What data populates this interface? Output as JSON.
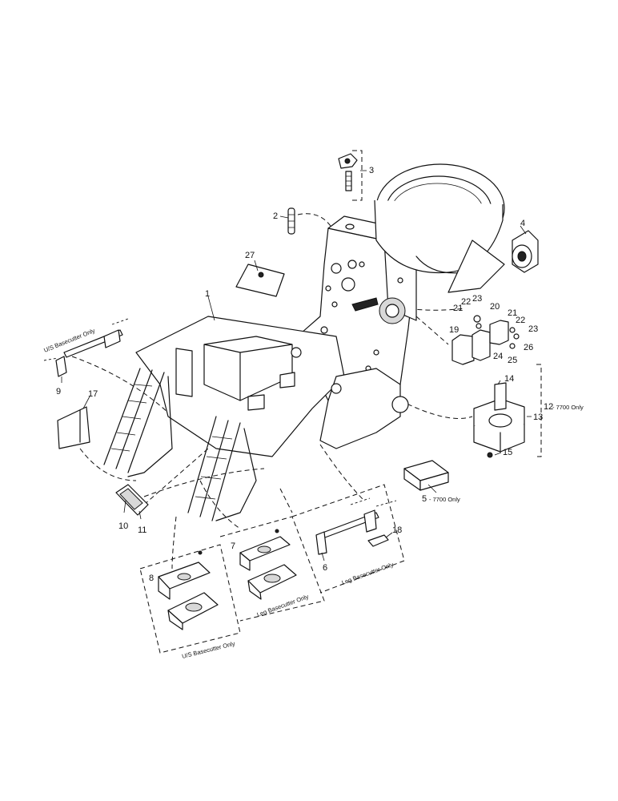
{
  "callouts": {
    "c1": "1",
    "c2": "2",
    "c3": "3",
    "c4": "4",
    "c5": "5",
    "c6": "6",
    "c7": "7",
    "c8": "8",
    "c9": "9",
    "c10": "10",
    "c11": "11",
    "c12": "12",
    "c13": "13",
    "c14": "14",
    "c15": "15",
    "c17": "17",
    "c18": "18",
    "c19": "19",
    "c20": "20",
    "c21a": "21",
    "c21b": "21",
    "c22a": "22",
    "c22b": "22",
    "c23a": "23",
    "c23b": "23",
    "c24": "24",
    "c25": "25",
    "c26": "26",
    "c27": "27"
  },
  "notes": {
    "us_basecutter_top": "U/S Basecutter Only",
    "us_basecutter_bottom": "U/S Basecutter Only",
    "leg_basecutter_mid": "Leg Basecutter Only",
    "leg_basecutter_right": "Leg Basecutter Only",
    "only_7700_12": "- 7700 Only",
    "only_7700_5": "- 7700 Only"
  }
}
